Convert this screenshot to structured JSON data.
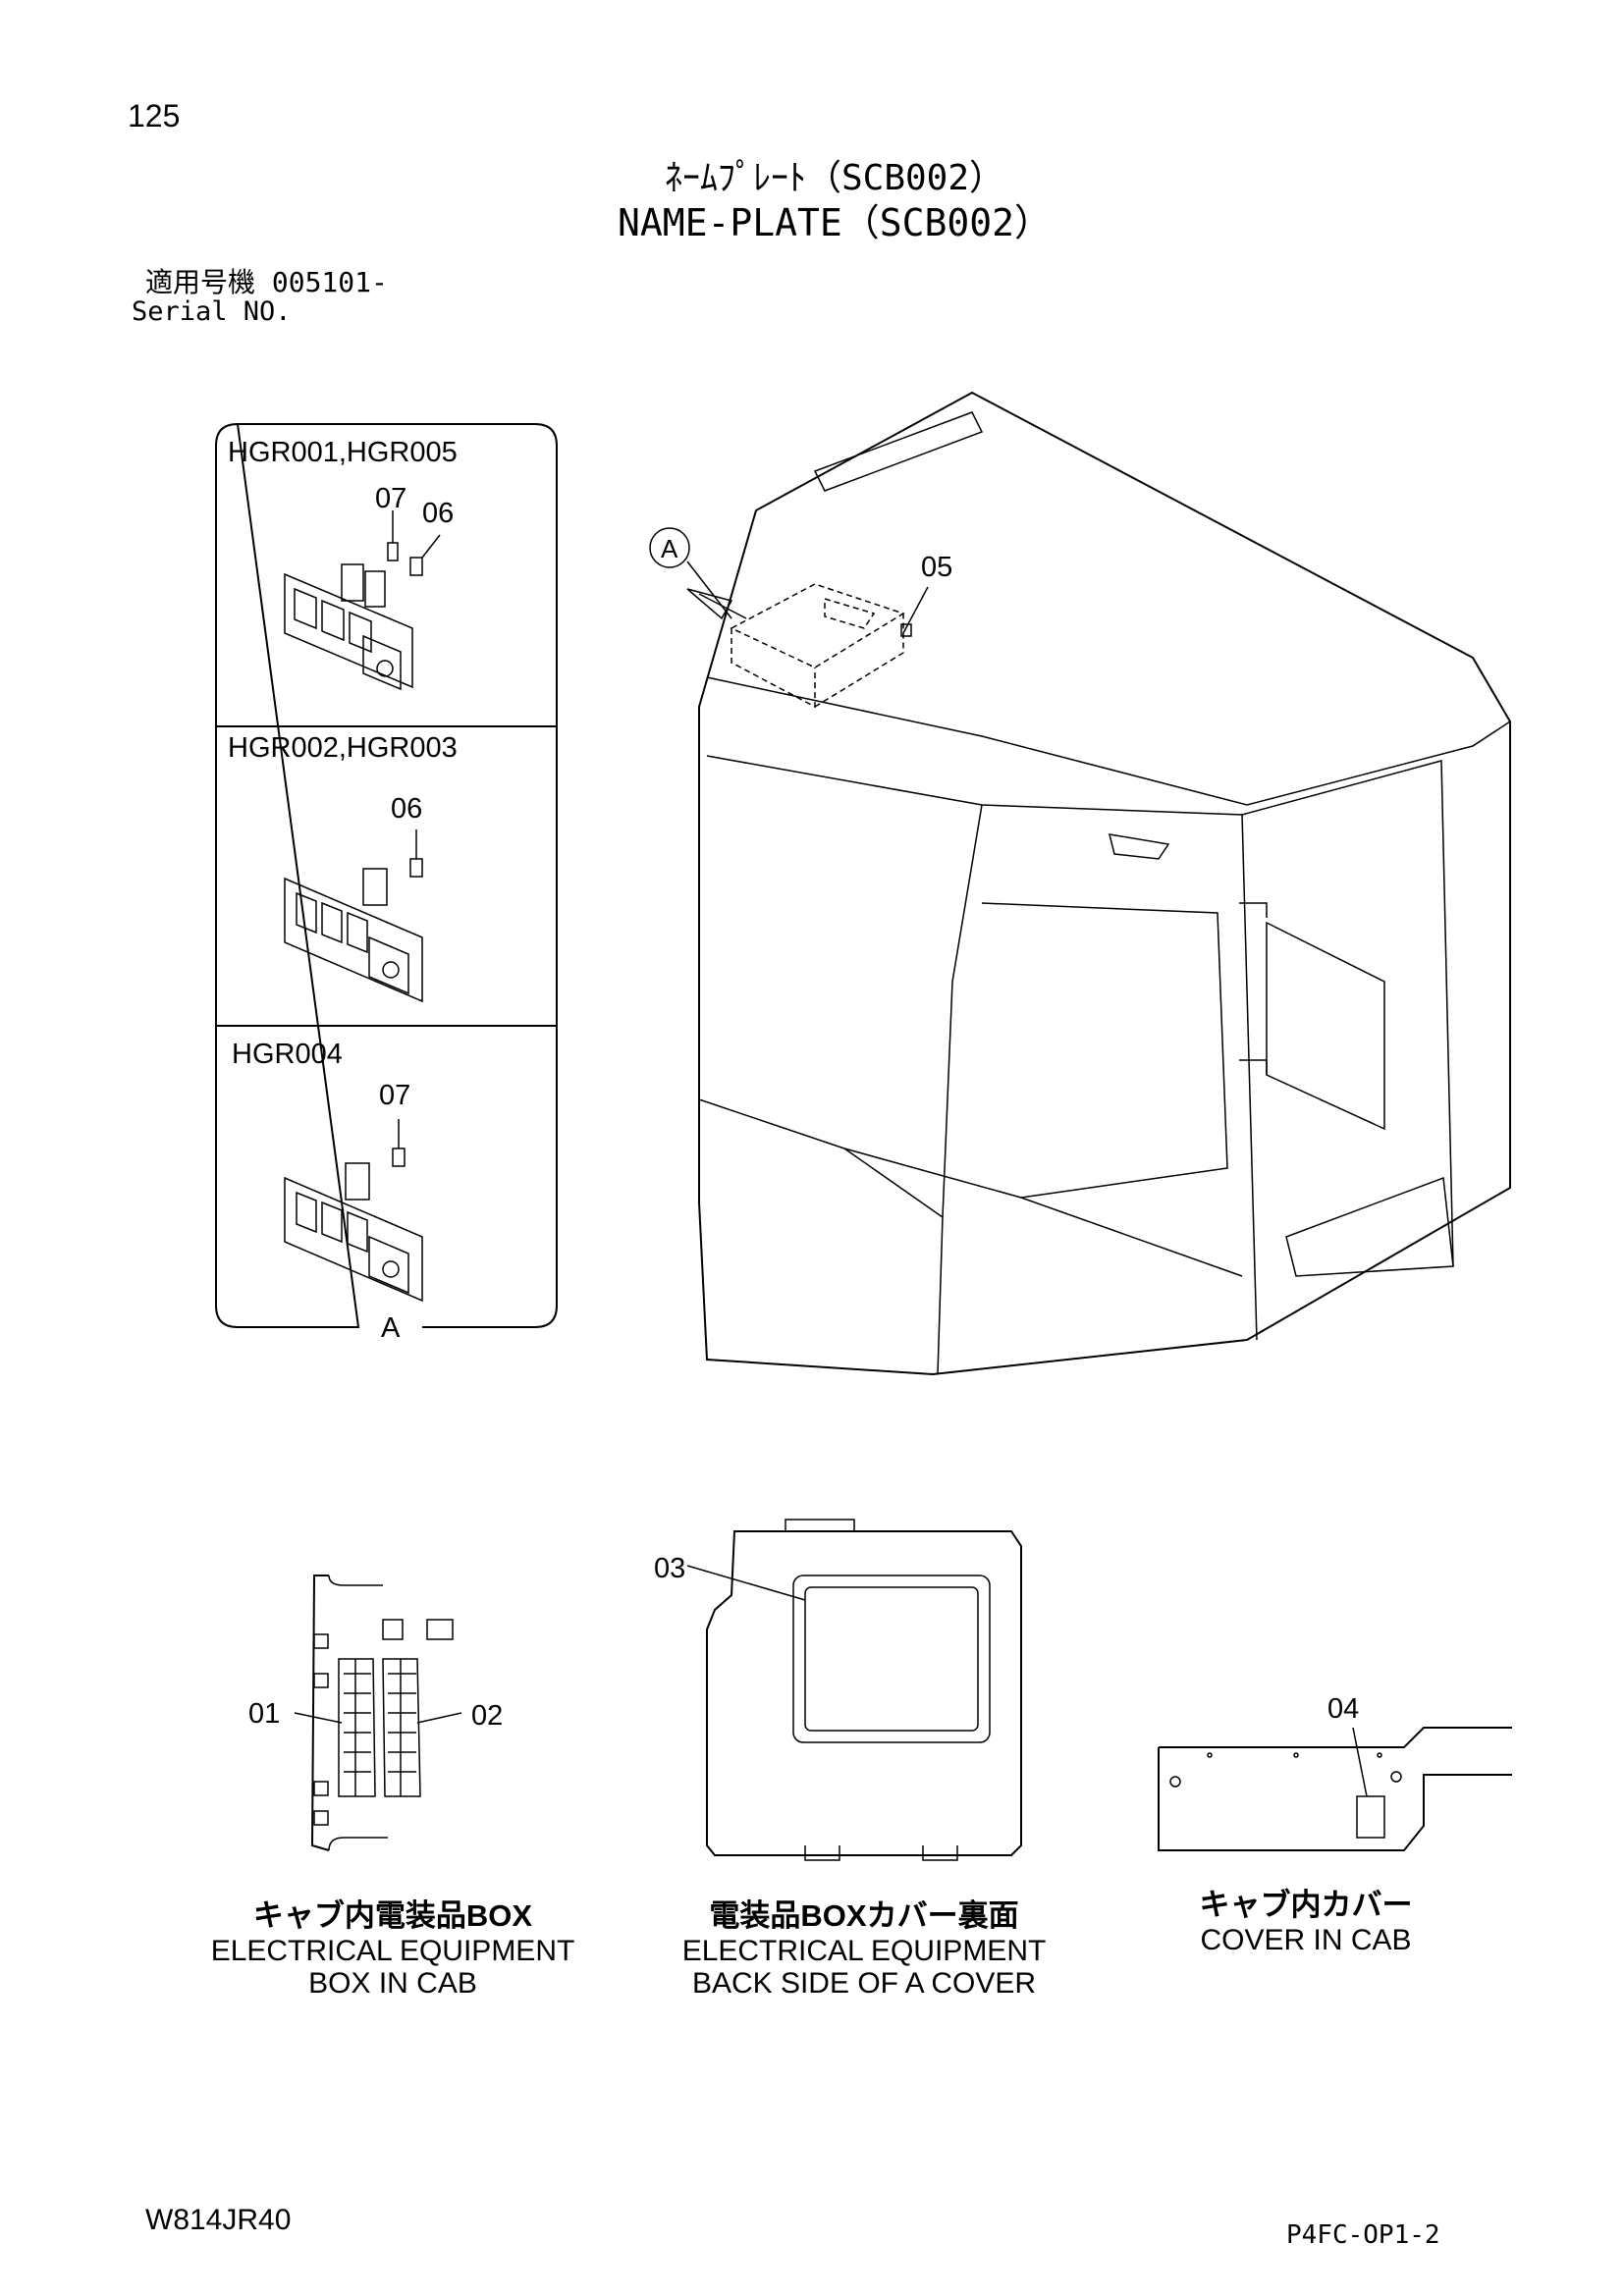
{
  "page_number": "125",
  "title_jp": "ﾈｰﾑﾌﾟﾚｰﾄ（SCB002）",
  "title_en": "NAME-PLATE（SCB002）",
  "serial": {
    "jp": "適用号機 005101-",
    "en": "Serial NO."
  },
  "detail_panel": {
    "sections": [
      {
        "label": "HGR001,HGR005",
        "callouts": [
          "07",
          "06"
        ]
      },
      {
        "label": "HGR002,HGR003",
        "callouts": [
          "06"
        ]
      },
      {
        "label": "HGR004",
        "callouts": [
          "07"
        ]
      }
    ],
    "view_label": "A"
  },
  "cab_view": {
    "view_marker": "A",
    "callout": "05"
  },
  "bottom_views": [
    {
      "callouts": [
        "01",
        "02"
      ],
      "caption_jp": "キャブ内電装品BOX",
      "caption_en_line1": "ELECTRICAL EQUIPMENT",
      "caption_en_line2": "BOX IN CAB"
    },
    {
      "callouts": [
        "03"
      ],
      "caption_jp": "電装品BOXカバー裏面",
      "caption_en_line1": "ELECTRICAL EQUIPMENT",
      "caption_en_line2": "BACK SIDE OF A COVER"
    },
    {
      "callouts": [
        "04"
      ],
      "caption_jp": "キャブ内カバー",
      "caption_en_line1": "COVER IN CAB"
    }
  ],
  "footer": {
    "left": "W814JR40",
    "right": "P4FC-OP1-2"
  }
}
